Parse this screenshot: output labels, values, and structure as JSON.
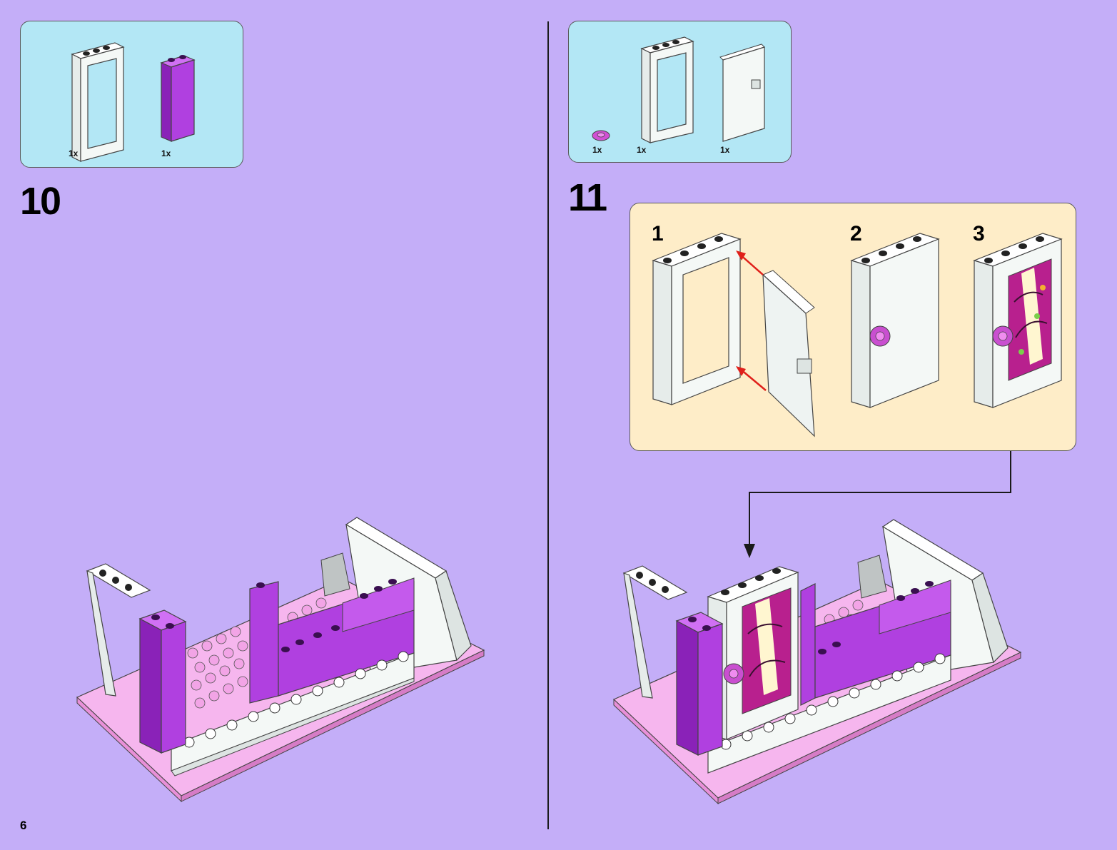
{
  "page_number": "6",
  "step10": {
    "number": "10",
    "parts": [
      {
        "name": "white door frame",
        "quantity": "1x"
      },
      {
        "name": "purple brick 1x2x5",
        "quantity": "1x"
      }
    ]
  },
  "step11": {
    "number": "11",
    "parts": [
      {
        "name": "pink flower",
        "quantity": "1x"
      },
      {
        "name": "white door frame",
        "quantity": "1x"
      },
      {
        "name": "white door",
        "quantity": "1x"
      }
    ],
    "substeps": [
      "1",
      "2",
      "3"
    ]
  },
  "colors": {
    "page_bg": "#c4aef8",
    "parts_box": "#b3e7f5",
    "subassembly_box": "#feedc8",
    "purple_brick": "#b040e0",
    "pink_plate": "#f6b6ee",
    "white_brick": "#f4f8f6",
    "arrow_red": "#e0201a"
  }
}
